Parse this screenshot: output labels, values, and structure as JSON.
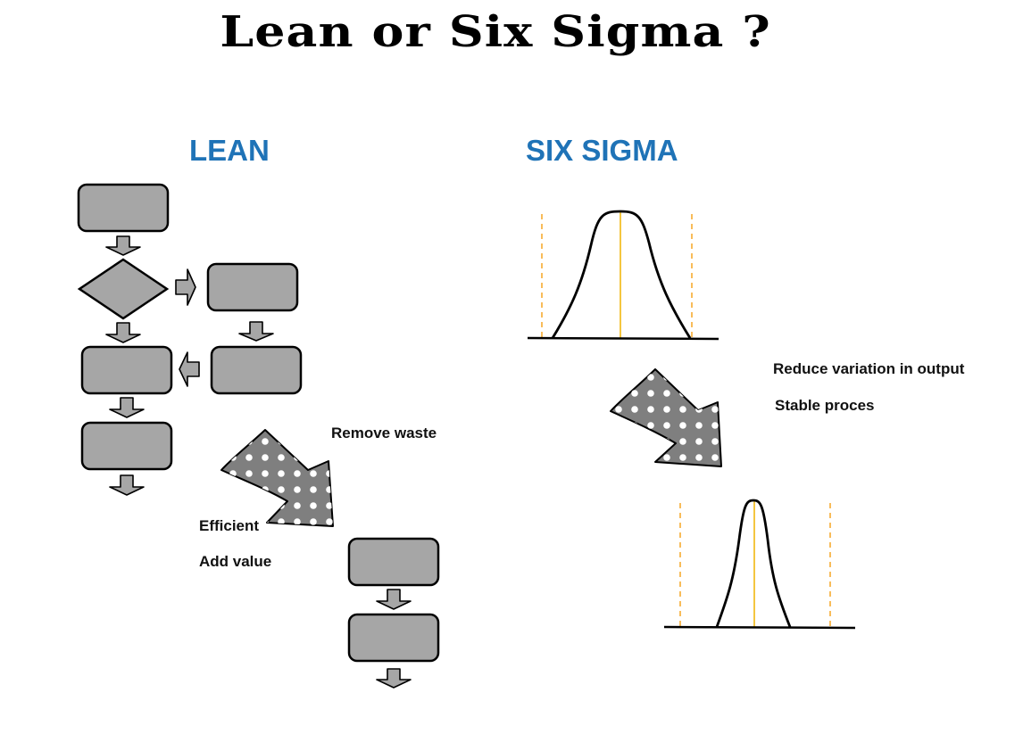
{
  "title": "Lean or Six Sigma ?",
  "lean": {
    "heading": "LEAN",
    "labels": [
      "Remove waste",
      "Efficient",
      "Add value"
    ]
  },
  "six_sigma": {
    "heading": "SIX SIGMA",
    "labels": [
      "Reduce variation in output",
      "Stable proces"
    ]
  },
  "colors": {
    "heading": "#1f73b7",
    "box_fill": "#a6a6a6",
    "arrow_fill": "#7f7f7f",
    "limit_line": "#f5a623",
    "center_line": "#f0b400"
  }
}
